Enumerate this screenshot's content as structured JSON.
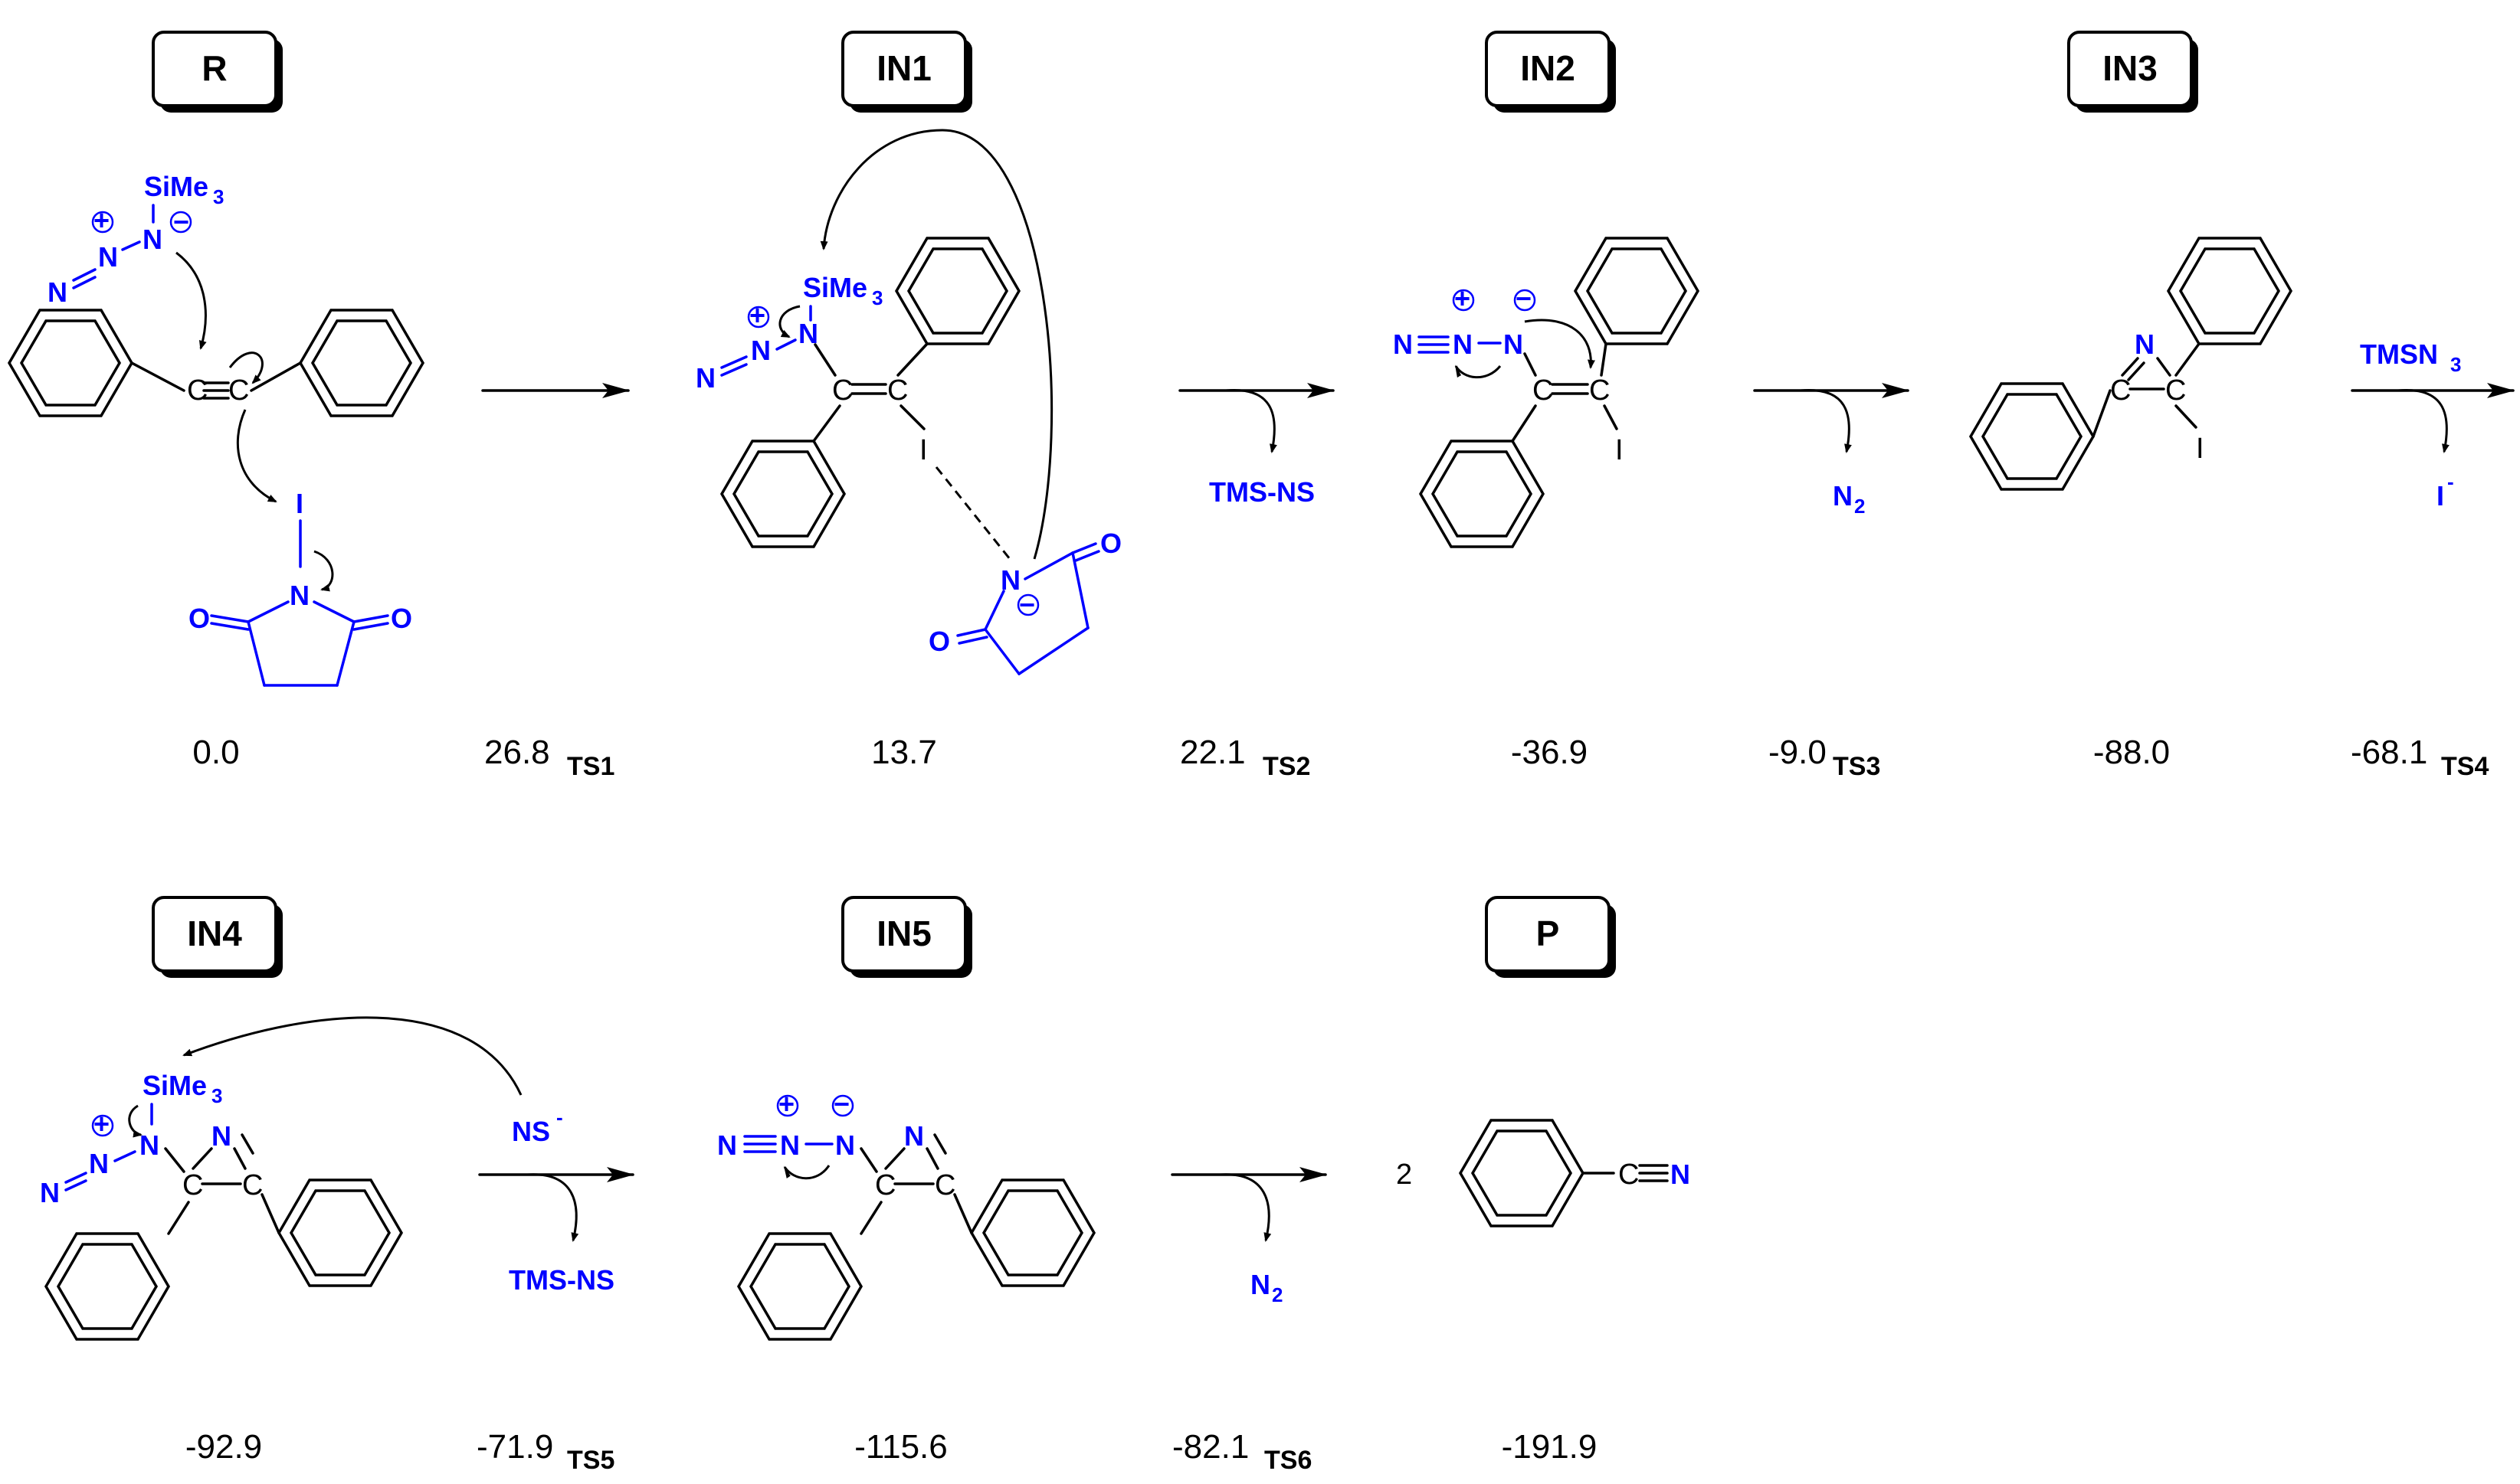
{
  "top_row": {
    "labels": [
      "R",
      "IN1",
      "IN2",
      "IN3"
    ],
    "energies": [
      "0.0",
      "26.8",
      "13.7",
      "22.1",
      "-36.9",
      "-9.0",
      "-88.0",
      "-68.1"
    ],
    "ts": [
      "TS1",
      "TS2",
      "TS3",
      "TS4"
    ]
  },
  "bottom_row": {
    "labels": [
      "IN4",
      "IN5",
      "P"
    ],
    "energies": [
      "-92.9",
      "-71.9",
      "-115.6",
      "-82.1",
      "-191.9"
    ],
    "ts": [
      "TS5",
      "TS6"
    ]
  },
  "reagents": {
    "tms_ns_1": "TMS-NS",
    "n2_1": "N",
    "n2_sub": "2",
    "tmsn3": "TMSN",
    "tmsn3_sub": "3",
    "iodide": "I",
    "iodide_sup": "-",
    "ns_minus": "NS",
    "ns_sup": "-",
    "tms_ns_2": "TMS-NS",
    "n2_2": "N",
    "n2_2_sub": "2"
  },
  "atoms": {
    "sime": "SiMe",
    "sime_sub": "3",
    "plus": "+",
    "minus": "−",
    "N": "N",
    "C": "C",
    "I": "I",
    "O": "O",
    "coefficient": "2",
    "nitrile": "C≡N"
  }
}
